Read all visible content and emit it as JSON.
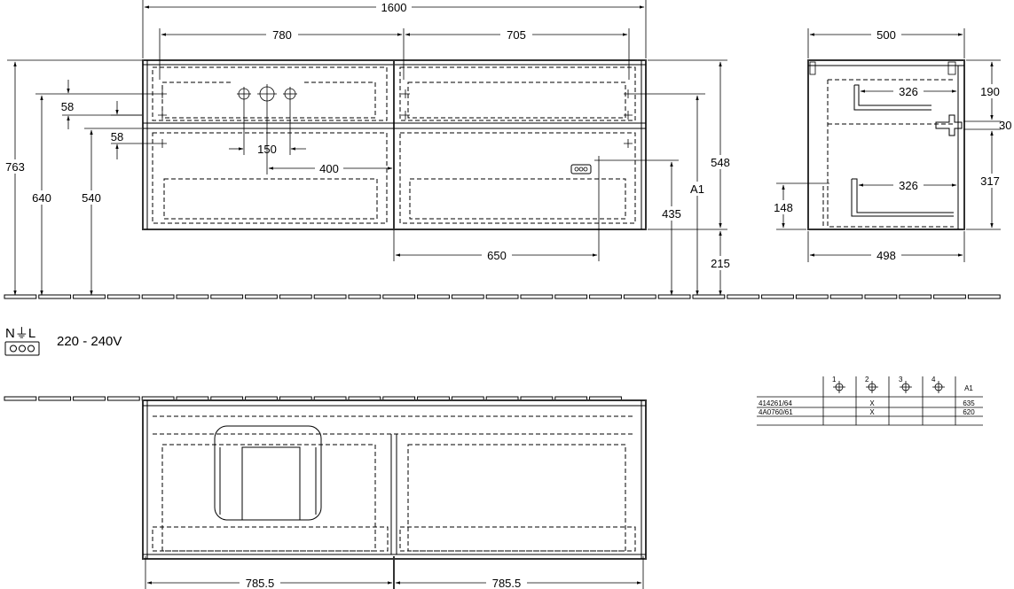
{
  "front": {
    "width": "1600",
    "left_width": "780",
    "right_width": "705",
    "total_height": "763",
    "height_640": "640",
    "height_540": "540",
    "offset_58a": "58",
    "offset_58b": "58",
    "tap_spacing": "150",
    "offset_400": "400",
    "offset_650": "650",
    "height_435": "435",
    "height_a1": "A1",
    "height_548": "548",
    "height_215": "215"
  },
  "side": {
    "depth_top": "500",
    "depth_bottom": "498",
    "drawer_depth_top": "326",
    "drawer_depth_bottom": "326",
    "height_190": "190",
    "height_30": "30",
    "height_317": "317",
    "height_148": "148"
  },
  "power": {
    "symbol": "N⏚L",
    "voltage": "220 - 240V"
  },
  "plan": {
    "left_width": "785.5",
    "right_width": "785.5"
  },
  "table": {
    "headers": [
      "1",
      "2",
      "3",
      "4",
      "A1"
    ],
    "rows": [
      {
        "code": "414261/64",
        "marks": [
          "",
          "X",
          "",
          ""
        ],
        "a1": "635"
      },
      {
        "code": "4A0760/61",
        "marks": [
          "",
          "X",
          "",
          ""
        ],
        "a1": "620"
      }
    ]
  }
}
